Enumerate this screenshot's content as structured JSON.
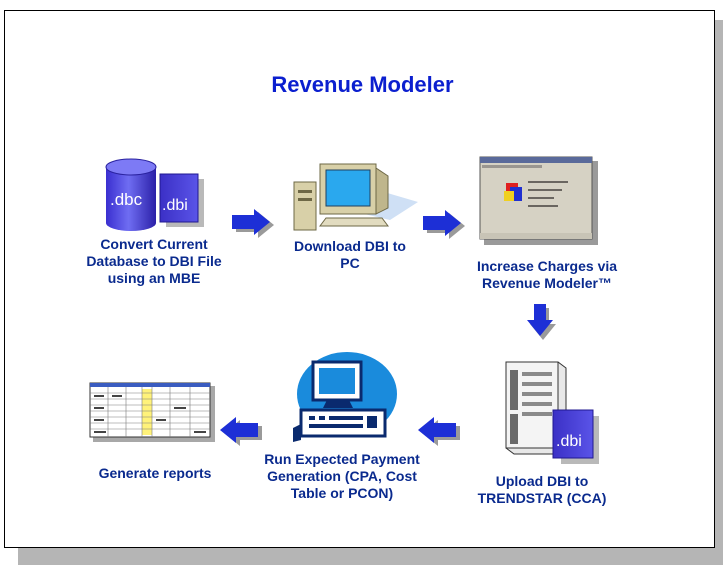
{
  "title": "Revenue Modeler",
  "colors": {
    "title": "#0b1fcf",
    "label": "#0a2a8e",
    "arrow": "#1d2fd6",
    "arrow_shadow": "#9a9a9a"
  },
  "steps": [
    {
      "label": "Convert Current Database to DBI File using an MBE",
      "icon": "database-cylinders-icon",
      "icon_text": [
        ".dbc",
        ".dbi"
      ]
    },
    {
      "label": "Download DBI to PC",
      "icon": "desktop-computer-icon"
    },
    {
      "label": "Increase Charges via Revenue Modeler™",
      "icon": "application-screenshot-icon"
    },
    {
      "label": "Upload DBI to TRENDSTAR (CCA)",
      "icon": "server-tower-icon",
      "icon_text": [
        ".dbi"
      ]
    },
    {
      "label": "Run Expected Payment Generation (CPA, Cost Table or PCON)",
      "icon": "computer-workstation-icon"
    },
    {
      "label": "Generate reports",
      "icon": "report-spreadsheet-icon"
    }
  ],
  "arrows": [
    "right",
    "right",
    "down",
    "left",
    "left"
  ]
}
